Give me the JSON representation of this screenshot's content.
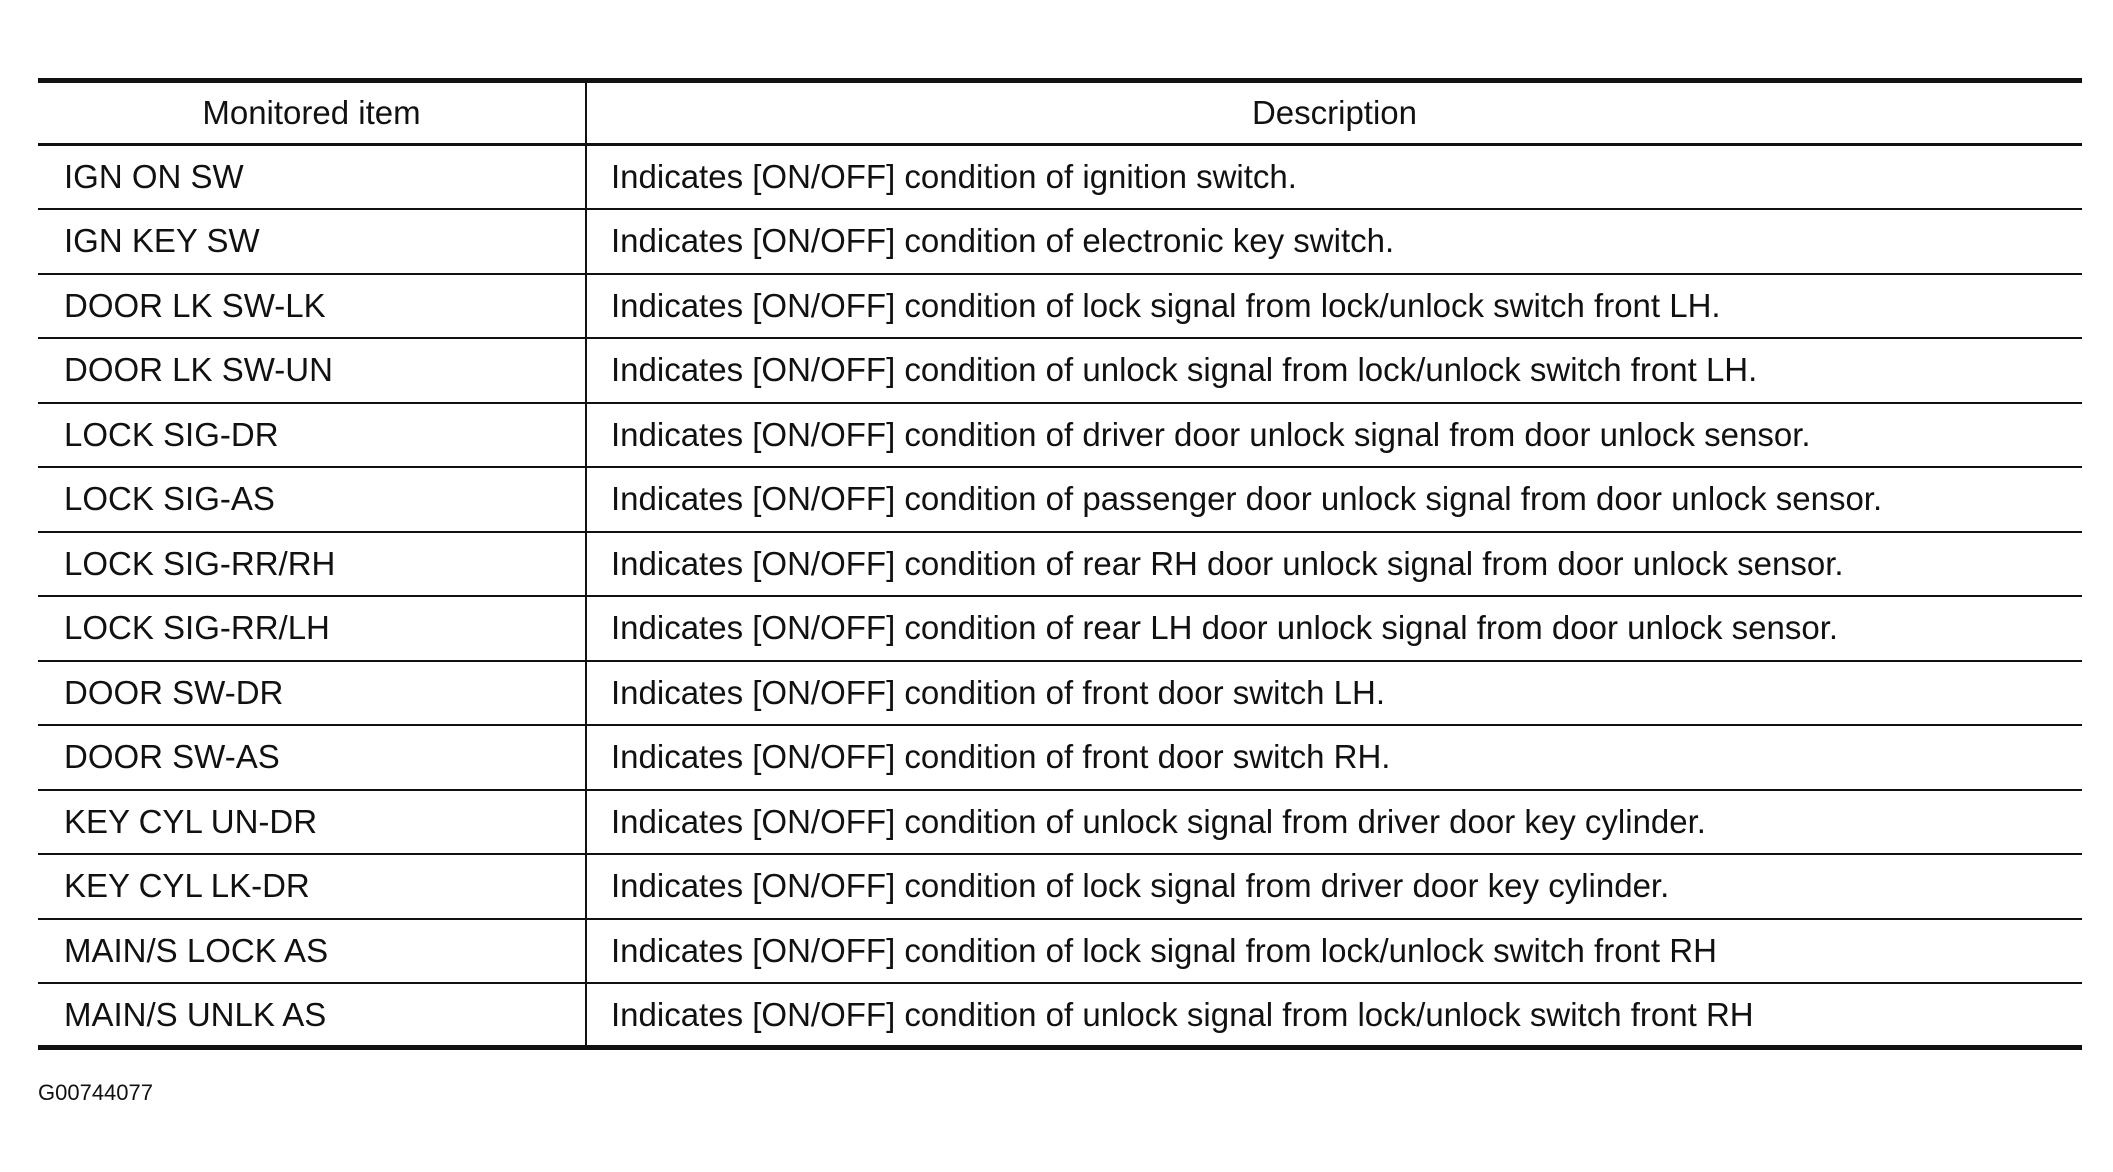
{
  "table": {
    "headers": {
      "item": "Monitored item",
      "description": "Description"
    },
    "rows": [
      {
        "item": "IGN ON SW",
        "description": "Indicates [ON/OFF] condition of ignition switch."
      },
      {
        "item": "IGN KEY SW",
        "description": "Indicates [ON/OFF] condition of electronic key switch."
      },
      {
        "item": "DOOR LK SW-LK",
        "description": "Indicates [ON/OFF] condition of lock signal from lock/unlock switch front LH."
      },
      {
        "item": "DOOR LK SW-UN",
        "description": "Indicates [ON/OFF] condition of unlock signal from lock/unlock switch front LH."
      },
      {
        "item": "LOCK SIG-DR",
        "description": "Indicates [ON/OFF] condition of driver door unlock signal from door unlock sensor."
      },
      {
        "item": "LOCK SIG-AS",
        "description": "Indicates [ON/OFF] condition of passenger door unlock signal from door unlock sensor."
      },
      {
        "item": "LOCK SIG-RR/RH",
        "description": "Indicates [ON/OFF] condition of rear RH door unlock signal from door unlock sensor."
      },
      {
        "item": "LOCK SIG-RR/LH",
        "description": "Indicates [ON/OFF] condition of rear LH door unlock signal from door unlock sensor."
      },
      {
        "item": "DOOR SW-DR",
        "description": "Indicates [ON/OFF] condition of front door switch LH."
      },
      {
        "item": "DOOR SW-AS",
        "description": "Indicates [ON/OFF] condition of front door switch RH."
      },
      {
        "item": "KEY CYL UN-DR",
        "description": "Indicates [ON/OFF] condition of unlock signal from driver door key cylinder."
      },
      {
        "item": "KEY CYL LK-DR",
        "description": "Indicates [ON/OFF] condition of lock signal from driver door key cylinder."
      },
      {
        "item": "MAIN/S LOCK AS",
        "description": "Indicates [ON/OFF] condition of lock signal from lock/unlock switch front RH"
      },
      {
        "item": "MAIN/S UNLK AS",
        "description": "Indicates [ON/OFF] condition of unlock signal from lock/unlock switch front RH"
      }
    ]
  },
  "figure_id": "G00744077"
}
